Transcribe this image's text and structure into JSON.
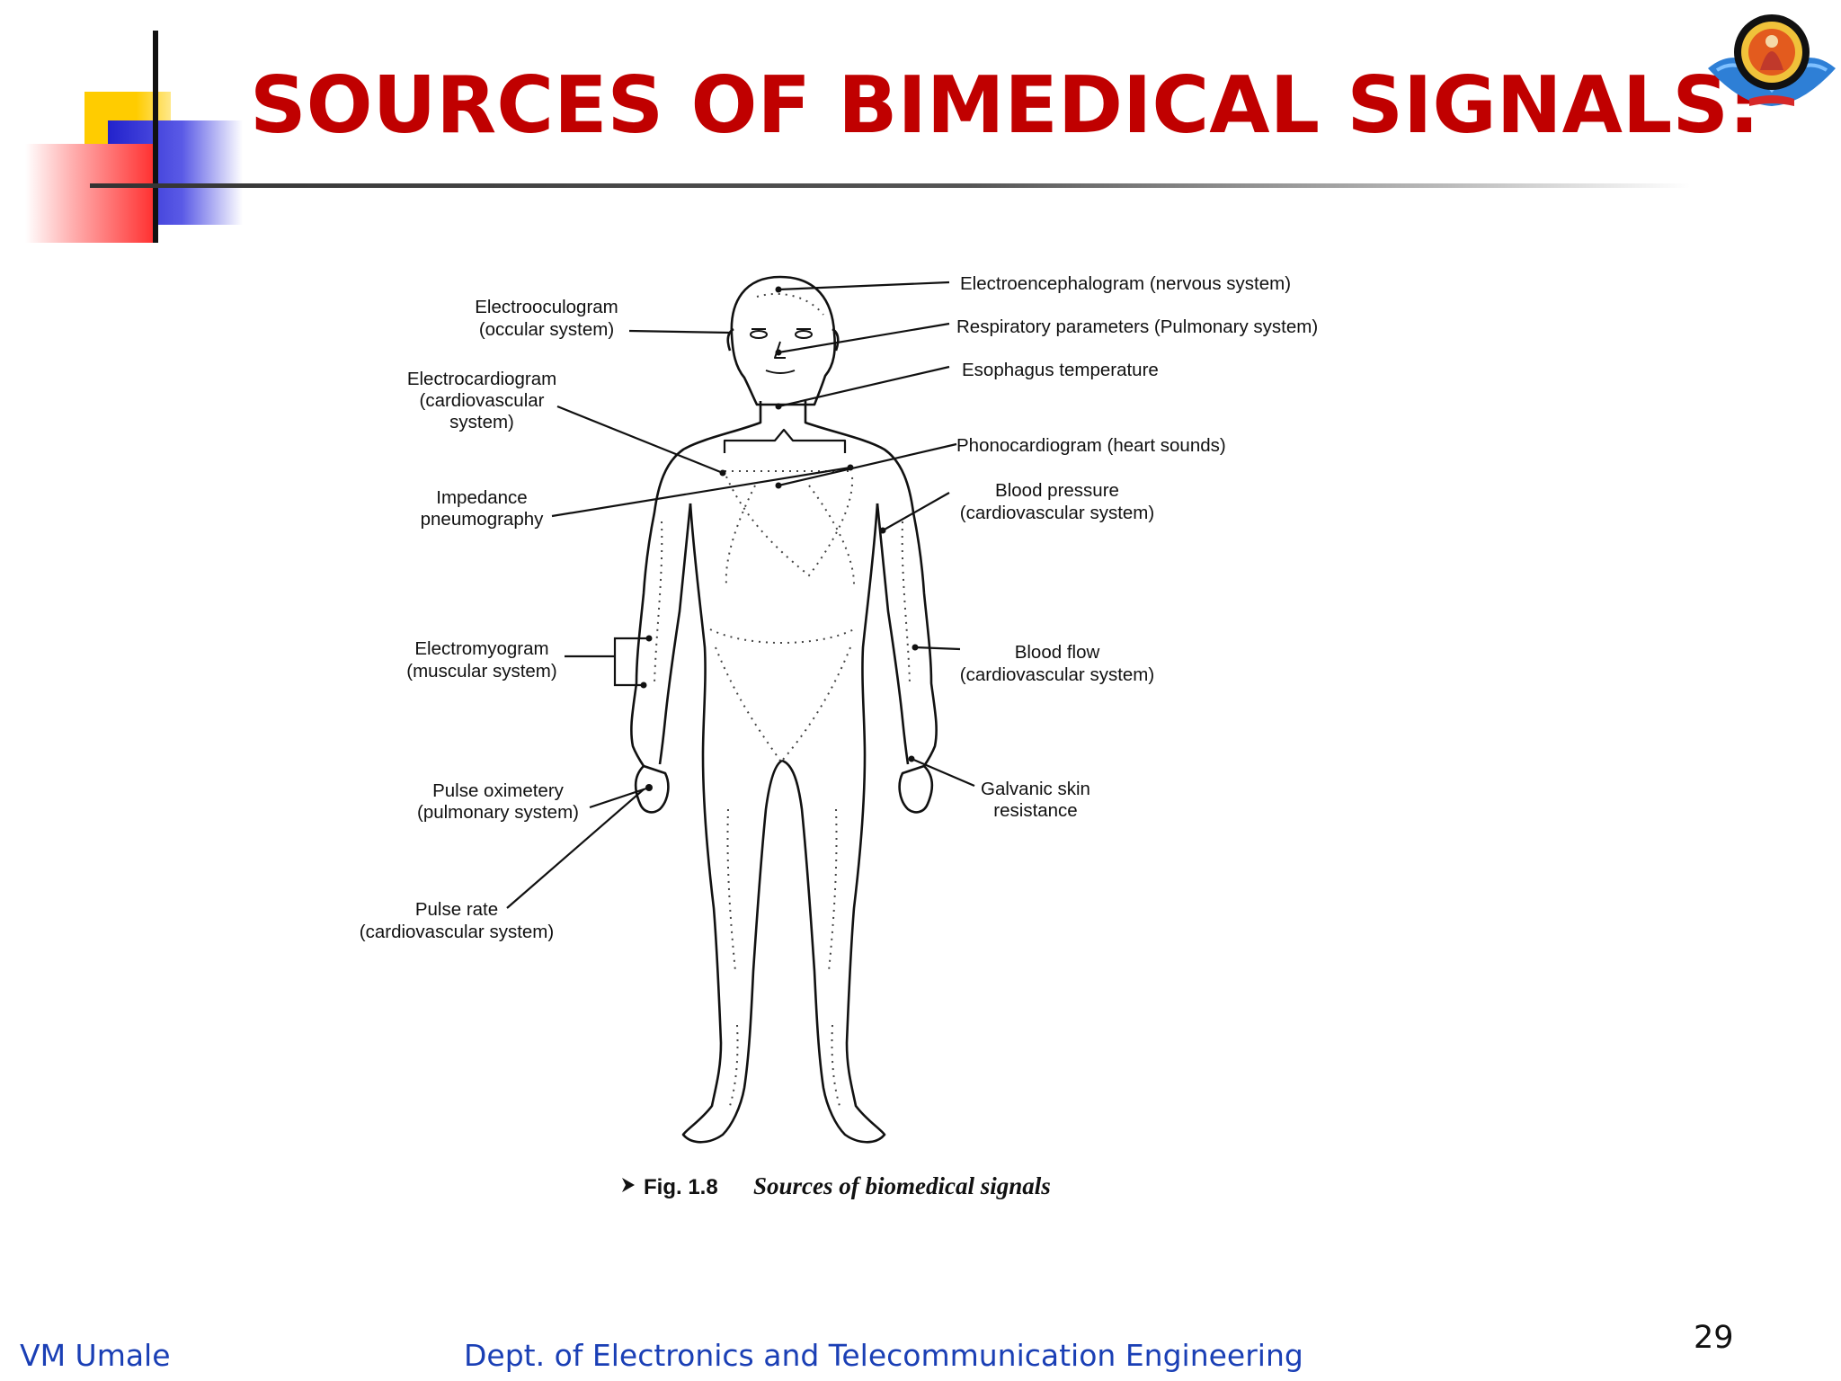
{
  "slide": {
    "title": "SOURCES OF BIMEDICAL SIGNALS:",
    "page_number": "29",
    "footer_left": "VM Umale",
    "footer_center": "Dept. of Electronics and Telecommunication Engineering"
  },
  "figure": {
    "labels_left": {
      "eog_l1": "Electrooculogram",
      "eog_l2": "(occular system)",
      "ecg_l1": "Electrocardiogram",
      "ecg_l2": "(cardiovascular",
      "ecg_l3": "system)",
      "imp_l1": "Impedance",
      "imp_l2": "pneumography",
      "emg_l1": "Electromyogram",
      "emg_l2": "(muscular system)",
      "pox_l1": "Pulse oximetery",
      "pox_l2": "(pulmonary system)",
      "prate_l1": "Pulse rate",
      "prate_l2": "(cardiovascular system)"
    },
    "labels_right": {
      "eeg": "Electroencephalogram (nervous system)",
      "resp": "Respiratory parameters (Pulmonary system)",
      "eso": "Esophagus temperature",
      "pcg": "Phonocardiogram (heart sounds)",
      "bp_l1": "Blood pressure",
      "bp_l2": "(cardiovascular system)",
      "bf_l1": "Blood flow",
      "bf_l2": "(cardiovascular system)",
      "gsr_l1": "Galvanic skin",
      "gsr_l2": "resistance"
    },
    "caption_fig": "Fig. 1.8",
    "caption_text": "Sources of biomedical signals"
  },
  "colors": {
    "title": "#c00000",
    "footer_text": "#1a3fb5",
    "deco_yellow": "#ffcc00",
    "deco_blue": "#2b2bd6",
    "deco_red": "#ff3333"
  },
  "icons": {
    "logo": "institution-emblem-icon"
  }
}
